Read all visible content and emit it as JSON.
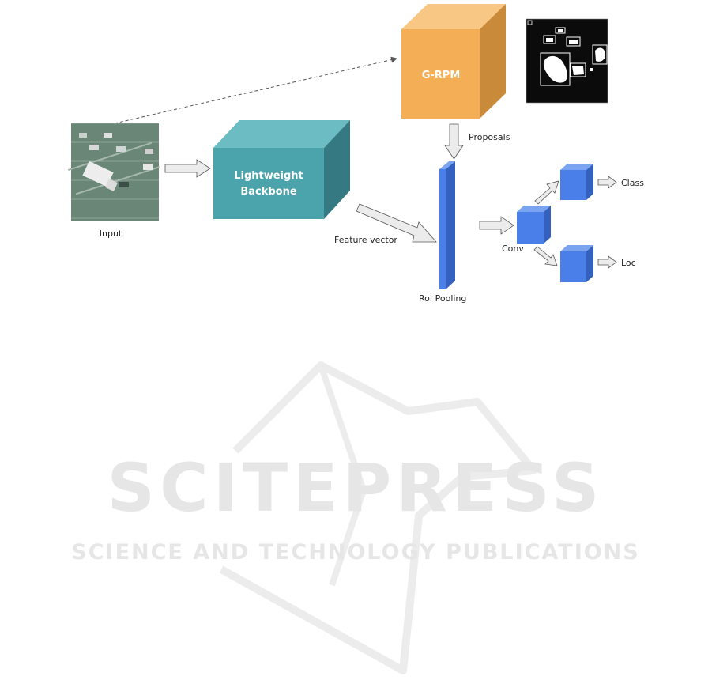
{
  "diagram": {
    "input_label": "Input",
    "backbone_label_line1": "Lightweight",
    "backbone_label_line2": "Backbone",
    "grpm_label": "G-RPM",
    "proposals_label": "Proposals",
    "feature_vector_label": "Feature vector",
    "roi_label": "RoI Pooling",
    "conv_label": "Conv",
    "class_label": "Class",
    "loc_label": "Loc"
  },
  "watermark": {
    "title": "SCITEPRESS",
    "subtitle": "SCIENCE AND TECHNOLOGY PUBLICATIONS"
  },
  "colors": {
    "backbone_front": "#4ba3ab",
    "backbone_top": "#6bbcc3",
    "backbone_side": "#357a82",
    "grpm_front": "#f4ae55",
    "grpm_top": "#f8c784",
    "grpm_side": "#c98a3a",
    "blue_front": "#4a7ee8",
    "blue_top": "#7aa3f0",
    "blue_side": "#3461c0",
    "watermark": "#e8e8e8"
  }
}
